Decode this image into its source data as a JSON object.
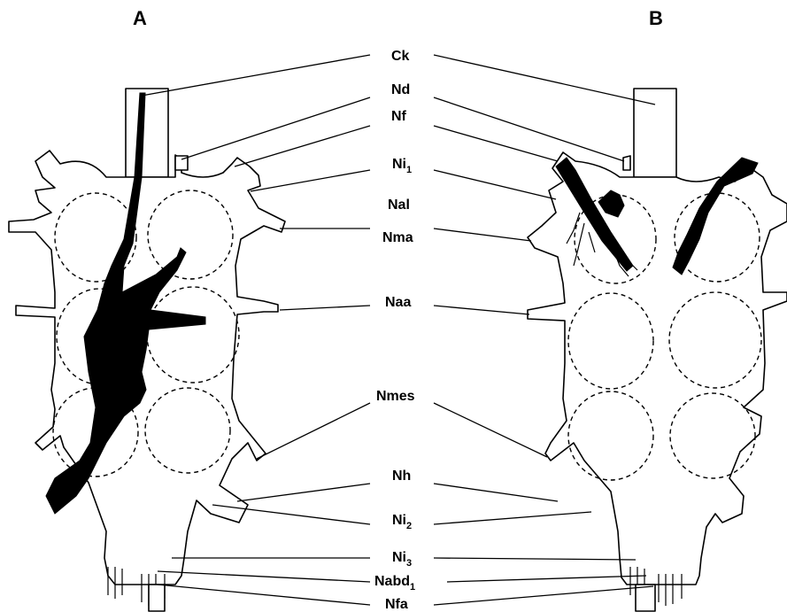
{
  "panels": {
    "left": "A",
    "right": "B"
  },
  "labels": [
    {
      "id": "ck",
      "base": "Ck",
      "sub": ""
    },
    {
      "id": "nd",
      "base": "Nd",
      "sub": ""
    },
    {
      "id": "nf",
      "base": "Nf",
      "sub": ""
    },
    {
      "id": "ni1",
      "base": "Ni",
      "sub": "1"
    },
    {
      "id": "nal",
      "base": "Nal",
      "sub": ""
    },
    {
      "id": "nma",
      "base": "Nma",
      "sub": ""
    },
    {
      "id": "naa",
      "base": "Naa",
      "sub": ""
    },
    {
      "id": "nmes",
      "base": "Nmes",
      "sub": ""
    },
    {
      "id": "nh",
      "base": "Nh",
      "sub": ""
    },
    {
      "id": "ni2",
      "base": "Ni",
      "sub": "2"
    },
    {
      "id": "ni3",
      "base": "Ni",
      "sub": "3"
    },
    {
      "id": "nabd1",
      "base": "Nabd",
      "sub": "1"
    },
    {
      "id": "nfa",
      "base": "Nfa",
      "sub": ""
    }
  ]
}
